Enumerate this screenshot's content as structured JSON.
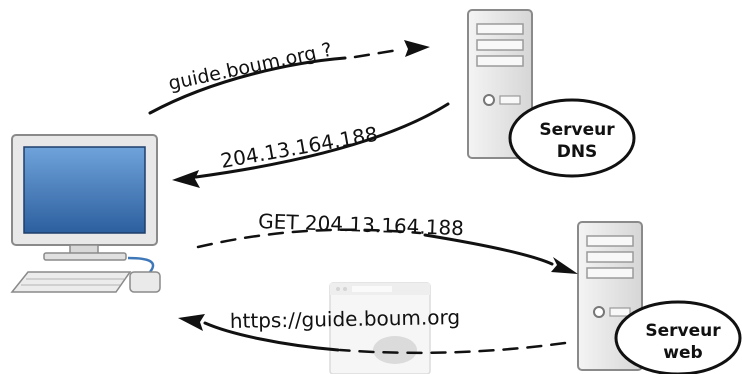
{
  "labels": {
    "dns_query": "guide.boum.org ?",
    "dns_answer": "204.13.164.188",
    "http_request": "GET 204.13.164.188",
    "http_response": "https://guide.boum.org"
  },
  "servers": {
    "dns": {
      "line1": "Serveur",
      "line2": "DNS"
    },
    "web": {
      "line1": "Serveur",
      "line2": "web"
    }
  },
  "icons": [
    "computer-icon",
    "server-tower-icon",
    "browser-window-icon",
    "arrow-icon"
  ],
  "colors": {
    "ink": "#111111",
    "screen": "#3f78b8",
    "case": "#e4e4e4",
    "case_dark": "#9a9a9a"
  }
}
